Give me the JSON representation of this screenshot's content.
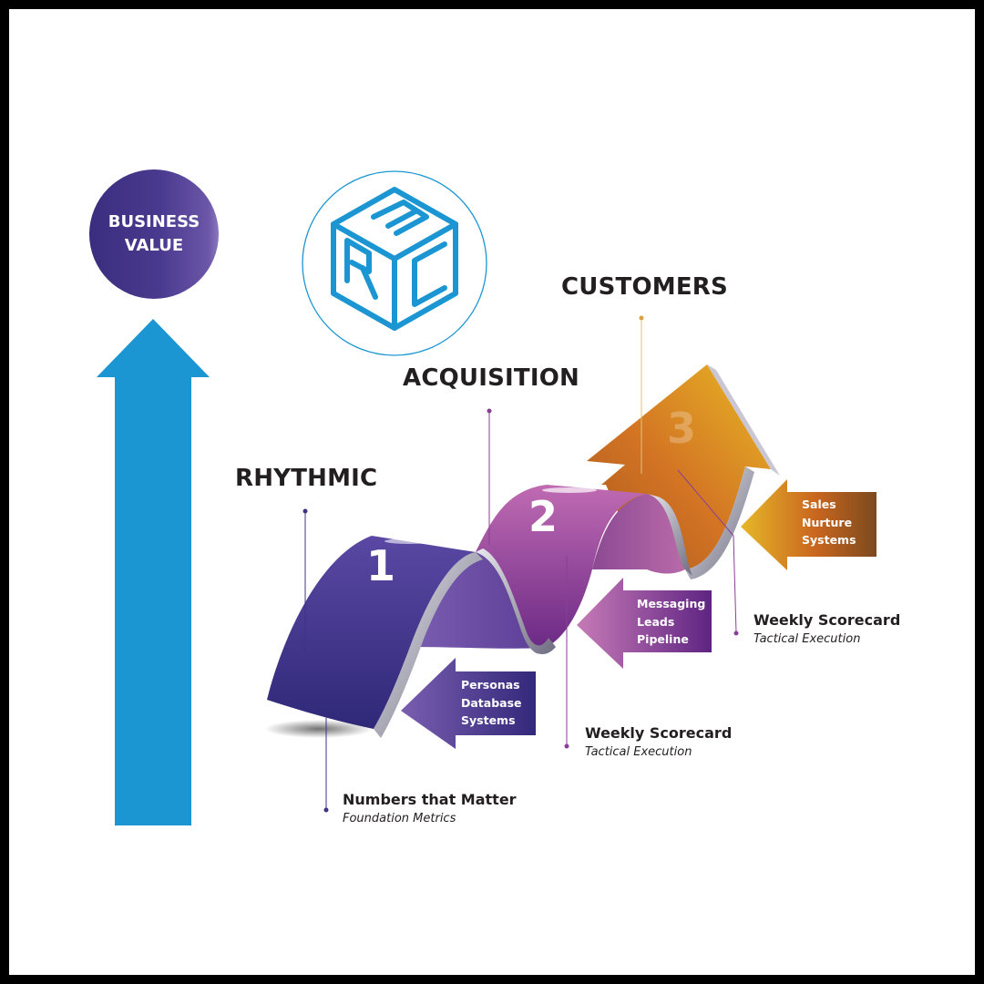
{
  "business_value": {
    "line1": "BUSINESS",
    "line2": "VALUE",
    "circle_color": "#4a3a8f",
    "arrow_color": "#1b96d2"
  },
  "logo": {
    "name": "ARC cube logo",
    "letters": [
      "A",
      "R",
      "C"
    ],
    "color": "#1b96d2"
  },
  "stages": [
    {
      "number": "1",
      "title": "RHYTHMIC",
      "color": "#3d3188"
    },
    {
      "number": "2",
      "title": "ACQUISITION",
      "color": "#8a3f96"
    },
    {
      "number": "3",
      "title": "CUSTOMERS",
      "color": "#d9781f"
    }
  ],
  "inputs": [
    {
      "lines": [
        "Personas",
        "Database",
        "Systems"
      ],
      "color": "#4a3a8f"
    },
    {
      "lines": [
        "Messaging",
        "Leads",
        "Pipeline"
      ],
      "color": "#7a2f87"
    },
    {
      "lines": [
        "Sales",
        "Nurture",
        "Systems"
      ],
      "color": "#d68b1f"
    }
  ],
  "notes": [
    {
      "title": "Numbers that Matter",
      "subtitle": "Foundation Metrics"
    },
    {
      "title": "Weekly Scorecard",
      "subtitle": "Tactical Execution"
    },
    {
      "title": "Weekly Scorecard",
      "subtitle": "Tactical Execution"
    }
  ]
}
